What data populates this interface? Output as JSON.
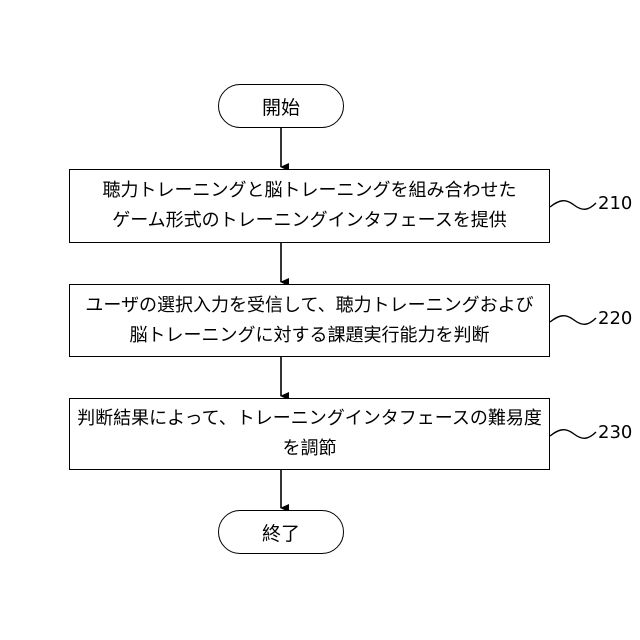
{
  "flowchart": {
    "start_label": "開始",
    "end_label": "終了",
    "steps": [
      {
        "lines": [
          "聴力トレーニングと脳トレーニングを組み合わせた",
          "ゲーム形式のトレーニングインタフェースを提供"
        ],
        "ref": "210"
      },
      {
        "lines": [
          "ユーザの選択入力を受信して、聴力トレーニングおよび",
          "脳トレーニングに対する課題実行能力を判断"
        ],
        "ref": "220"
      },
      {
        "lines": [
          "判断結果によって、トレーニングインタフェースの難易度を調節"
        ],
        "ref": "230"
      }
    ]
  }
}
